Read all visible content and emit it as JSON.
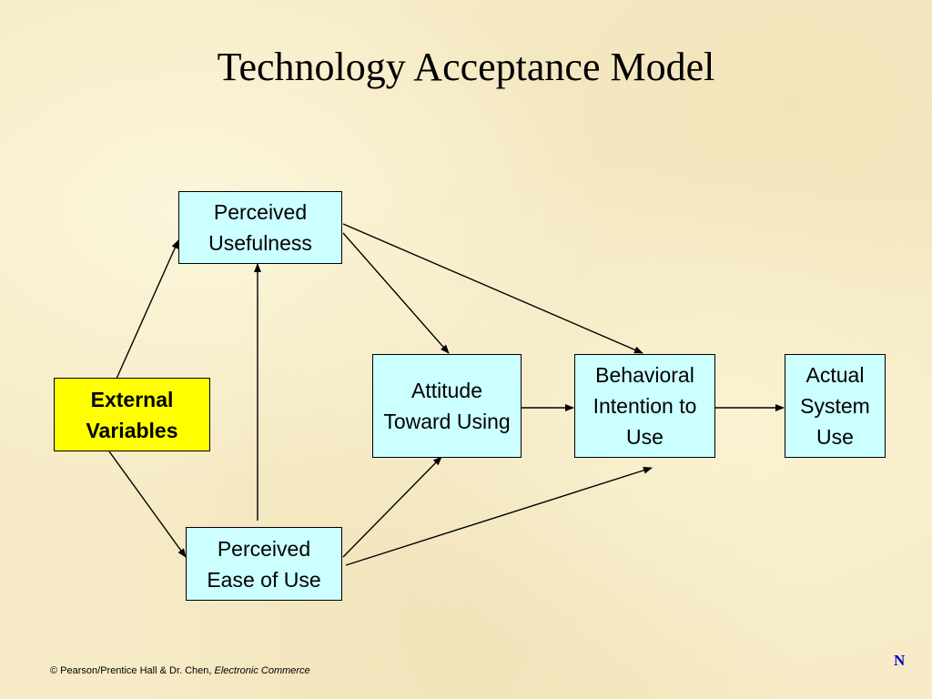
{
  "title": "Technology Acceptance Model",
  "nodes": {
    "external": "External\nVariables",
    "usefulness": "Perceived\nUsefulness",
    "ease": "Perceived\nEase of Use",
    "attitude": "Attitude\nToward Using",
    "intention": "Behavioral\nIntention to\nUse",
    "actual": "Actual\nSystem\nUse"
  },
  "colors": {
    "process_box": "#ccffff",
    "external_box": "#ffff00",
    "slide_number": "#0000cc"
  },
  "footer": {
    "copyright": "© Pearson/Prentice Hall & Dr. Chen, ",
    "book": "Electronic Commerce"
  },
  "slide_number": "N"
}
